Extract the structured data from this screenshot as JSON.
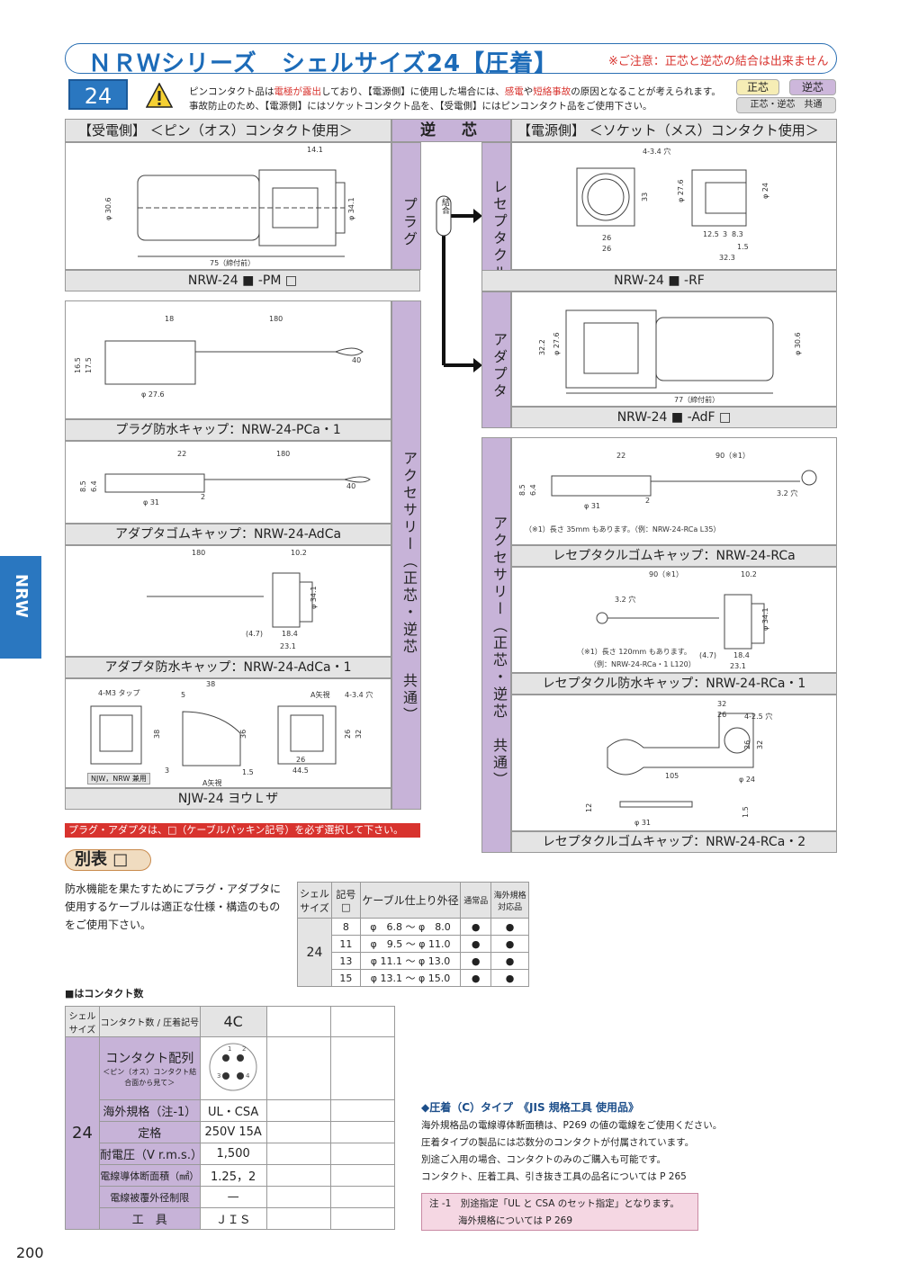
{
  "header": {
    "title": "ＮＲＷシリーズ　シェルサイズ24【圧着】",
    "note": "※ご注意：正芯と逆芯の結合は出来ません",
    "size": "24"
  },
  "warning": {
    "line1a": "ピンコンタクト品は",
    "line1b": "電極が露出",
    "line1c": "しており、【電源側】に使用した場合には、",
    "line1d": "感電",
    "line1e": "や",
    "line1f": "短絡事故",
    "line1g": "の原因となることが考えられます。",
    "line2": "事故防止のため、【電源側】にはソケットコンタクト品を、【受電側】にはピンコンタクト品をご使用下さい。"
  },
  "badges": {
    "seishin": "正芯",
    "gyakushin": "逆芯",
    "both": "正芯・逆芯　共通"
  },
  "columns": {
    "left": "【受電側】 ＜ピン（オス）コンタクト使用＞",
    "mid": "逆　芯",
    "right": "【電源側】 ＜ソケット（メス）コンタクト使用＞"
  },
  "labels": {
    "plug": "プラグ",
    "receptacle": "レセプタクル",
    "adapter": "アダプタ",
    "coupling": "結合",
    "acc_left": "アクセサリー（正芯・逆芯　共通）",
    "acc_right": "アクセサリー（正芯・逆芯　共通）"
  },
  "captions": {
    "plug": "NRW-24 ■ -PM □",
    "receptacle": "NRW-24 ■ -RF",
    "adapter": "NRW-24 ■ -AdF □",
    "plug_cap": "プラグ防水キャップ：NRW-24-PCa・1",
    "adapter_rubber": "アダプタゴムキャップ：NRW-24-AdCa",
    "adapter_water": "アダプタ防水キャップ：NRW-24-AdCa・1",
    "yoke": "NJW-24 ヨウＬザ",
    "rec_rubber": "レセプタクルゴムキャップ：NRW-24-RCa",
    "rec_water": "レセプタクル防水キャップ：NRW-24-RCa・1",
    "rec_rubber2": "レセプタクルゴムキャップ：NRW-24-RCa・2"
  },
  "dims": {
    "plug": [
      "14.1",
      "φ 30.6",
      "φ 34.1",
      "75（締付前）"
    ],
    "rec": [
      "4-3.4 穴",
      "26",
      "33",
      "φ 27.6",
      "φ 24",
      "12.5",
      "3",
      "8.3",
      "1.5",
      "32.3"
    ],
    "adapter": [
      "32.2",
      "φ 27.6",
      "φ 30.6",
      "77（締付前）"
    ],
    "plug_cap": [
      "18",
      "180",
      "16.5",
      "17.5",
      "40",
      "φ 27.6"
    ],
    "ad_rubber": [
      "22",
      "180",
      "8.5",
      "6.4",
      "2",
      "40",
      "φ 31"
    ],
    "ad_water": [
      "180",
      "10.2",
      "φ 34.1",
      "(4.7)",
      "18.4",
      "23.1"
    ],
    "yoke": [
      "4-M3 タップ",
      "38",
      "5",
      "A矢視",
      "4-3.4 穴",
      "38",
      "36",
      "26",
      "32",
      "3",
      "1.5",
      "26",
      "44.5",
      "A矢視",
      "NJW，NRW 兼用"
    ],
    "rec_rubber": [
      "22",
      "90（※1）",
      "8.5",
      "6.4",
      "φ 31",
      "2",
      "3.2 穴",
      "（※1）長さ 35mm もあります。（例：NRW-24-RCa L35）"
    ],
    "rec_water": [
      "90（※1）",
      "10.2",
      "3.2 穴",
      "φ 34.1",
      "（※1）長さ 120mm もあります。",
      "（例：NRW-24-RCa・1 L120）",
      "(4.7)",
      "18.4",
      "23.1"
    ],
    "rec_rubber2": [
      "32",
      "26",
      "4-2.5 穴",
      "26",
      "32",
      "105",
      "φ 24",
      "12",
      "1.5",
      "φ 31"
    ]
  },
  "side_tab": "NRW",
  "red_note": "プラグ・アダプタは、□（ケーブルパッキン記号）を必ず選択して下さい。",
  "betsuhyo": {
    "title": "別表 □",
    "text": "防水機能を果たすためにプラグ・アダプタに使用するケーブルは適正な仕様・構造のものをご使用下さい。",
    "headers": [
      "シェルサイズ",
      "記号□",
      "ケーブル仕上り外径",
      "通常品",
      "海外規格対応品"
    ],
    "shell": "24",
    "rows": [
      {
        "code": "8",
        "range": "φ　6.8 〜 φ　8.0",
        "std": "●",
        "intl": "●"
      },
      {
        "code": "11",
        "range": "φ　9.5 〜 φ 11.0",
        "std": "●",
        "intl": "●"
      },
      {
        "code": "13",
        "range": "φ 11.1 〜 φ 13.0",
        "std": "●",
        "intl": "●"
      },
      {
        "code": "15",
        "range": "φ 13.1 〜 φ 15.0",
        "std": "●",
        "intl": "●"
      }
    ]
  },
  "contacts": {
    "label": "■はコンタクト数",
    "hdr_shell": "シェルサイズ",
    "hdr_count": "コンタクト数 / 圧着記号",
    "hdr_val": "4C",
    "shell": "24",
    "rows": [
      {
        "k": "コンタクト配列",
        "sub": "＜ピン（オス）コンタクト結合面から見て＞",
        "v": ""
      },
      {
        "k": "海外規格（注-1）",
        "v": "UL・CSA"
      },
      {
        "k": "定格",
        "v": "250V 15A"
      },
      {
        "k": "耐電圧（V r.m.s.）",
        "v": "1,500"
      },
      {
        "k": "電線導体断面積（㎟）",
        "v": "1.25，2"
      },
      {
        "k": "電線被覆外径制限",
        "v": "—"
      },
      {
        "k": "工　具",
        "v": "ＪＩＳ"
      }
    ],
    "pins": [
      "1",
      "2",
      "3",
      "4"
    ]
  },
  "crimp": {
    "title": "◆圧着（C）タイプ　《JIS 規格工具 使用品》",
    "lines": [
      "海外規格品の電線導体断面積は、P269 の値の電線をご使用ください。",
      "圧着タイプの製品には芯数分のコンタクトが付属されています。",
      "別途ご入用の場合、コンタクトのみのご購入も可能です。",
      "コンタクト、圧着工具、引き抜き工具の品名については P 265"
    ],
    "note1": "注 -1　別途指定「UL と CSA のセット指定」となります。",
    "note2": "海外規格については P 269"
  },
  "page_number": "200"
}
